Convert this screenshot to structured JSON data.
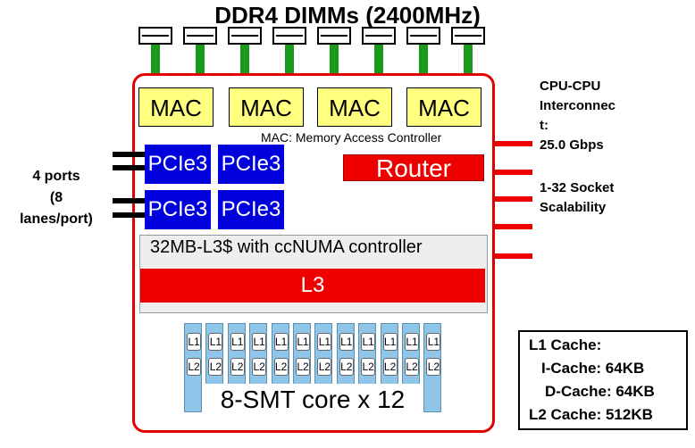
{
  "title": "DDR4 DIMMs (2400MHz)",
  "dimm_count": 8,
  "mac": {
    "labels": [
      "MAC",
      "MAC",
      "MAC",
      "MAC"
    ],
    "caption": "MAC: Memory Access Controller"
  },
  "pcie": {
    "labels": [
      "PCIe3",
      "PCIe3",
      "PCIe3",
      "PCIe3"
    ]
  },
  "router": {
    "label": "Router"
  },
  "l3": {
    "caption": "32MB-L3$ with ccNUMA controller",
    "label": "L3"
  },
  "cores": {
    "count": 12,
    "l1": "L1",
    "l2": "L2",
    "label": "8-SMT core x 12"
  },
  "ports": {
    "text": [
      "4 ports",
      "(8",
      "lanes/port)"
    ]
  },
  "interconnect": {
    "text": [
      "CPU-CPU",
      "Interconnec",
      "t:",
      "25.0 Gbps"
    ]
  },
  "scalability": {
    "text": [
      "1-32 Socket",
      "Scalability"
    ]
  },
  "legend": {
    "lines": [
      "L1 Cache:",
      "I-Cache: 64KB",
      "D-Cache: 64KB",
      "L2 Cache: 512KB"
    ]
  },
  "colors": {
    "chip_border": "#e00000",
    "mac": "#ffff80",
    "pcie": "#0000dd",
    "router": "#ee0000",
    "l3": "#ee0000",
    "core": "#8fc5e8",
    "dimm_link": "#1a9a1a"
  }
}
